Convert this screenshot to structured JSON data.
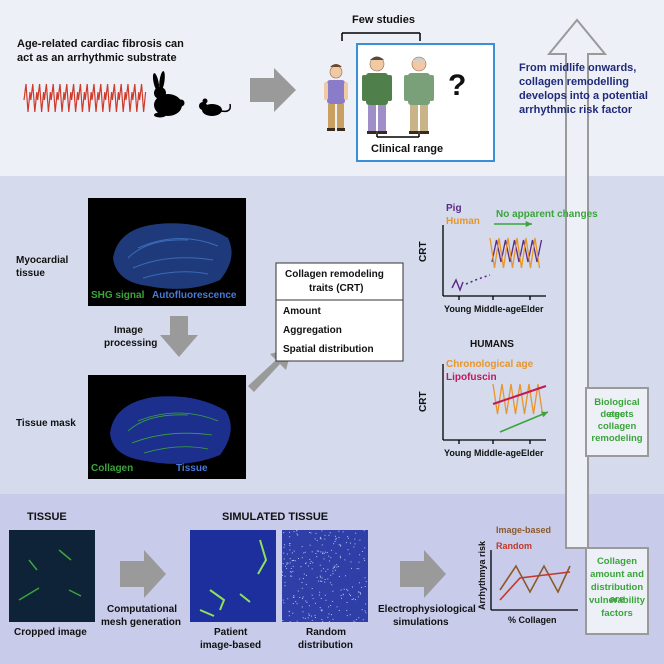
{
  "top": {
    "intro_line1": "Age-related cardiac fibrosis can",
    "intro_line2": "act as an arrhythmic substrate",
    "few_studies": "Few studies",
    "question_mark": "?",
    "clinical_range": "Clinical range",
    "conclusion_line1": "From midlife onwards,",
    "conclusion_line2": "collagen remodelling",
    "conclusion_line3": "develops into a potential",
    "conclusion_line4": "arrhythmic risk factor"
  },
  "middle": {
    "myocardial_line1": "Myocardial",
    "myocardial_line2": "tissue",
    "shg_signal": "SHG signal",
    "autofluorescence": "Autofluorescence",
    "image_processing_line1": "Image",
    "image_processing_line2": "processing",
    "tissue_mask": "Tissue mask",
    "collagen": "Collagen",
    "tissue": "Tissue",
    "crt_title_line1": "Collagen remodeling",
    "crt_title_line2": "traits (CRT)",
    "crt_items": [
      "Amount",
      "Aggregation",
      "Spatial distribution"
    ],
    "bio_age_line1": "Biological age",
    "bio_age_line2": "detects",
    "bio_age_line3": "collagen",
    "bio_age_line4": "remodeling"
  },
  "chart_top": {
    "legend_pig": "Pig",
    "legend_human": "Human",
    "annotation": "No apparent changes",
    "ylabel": "CRT",
    "xticks": [
      "Young",
      "Middle-age",
      "Elder"
    ]
  },
  "chart_humans": {
    "title": "HUMANS",
    "legend_chrono": "Chronological age",
    "legend_lipo": "Lipofuscin",
    "ylabel": "CRT",
    "xticks": [
      "Young",
      "Middle-age",
      "Elder"
    ]
  },
  "bottom": {
    "tissue_header": "TISSUE",
    "simulated_header": "SIMULATED TISSUE",
    "cropped_image": "Cropped image",
    "mesh_line1": "Computational",
    "mesh_line2": "mesh generation",
    "patient_line1": "Patient",
    "patient_line2": "image-based",
    "random_line1": "Random",
    "random_line2": "distribution",
    "ep_line1": "Electrophysiological",
    "ep_line2": "simulations",
    "vuln_line1": "Collagen",
    "vuln_line2": "amount and",
    "vuln_line3": "distribution are",
    "vuln_line4": "vulnerability",
    "vuln_line5": "factors"
  },
  "chart_risk": {
    "ylabel": "Arrhythmya risk",
    "xlabel": "% Collagen",
    "legend_image": "Image-based",
    "legend_random": "Random"
  },
  "colors": {
    "band_top": "#eef0f8",
    "band_middle": "#d5daec",
    "band_bottom": "#c8cbe9",
    "navy_text": "#1f2a7a",
    "green_text": "#3aa53a",
    "arrow_gray": "#9a9a9a",
    "ecg_red": "#d03a2a",
    "pig_purple": "#5a2a86",
    "human_orange": "#e8962a",
    "lipofuscin_magenta": "#c2185b",
    "image_based_brown": "#8b5a2b",
    "random_red": "#c0392b",
    "frame_blue": "#3a8fd6"
  },
  "icons": [
    "rabbit-icon",
    "mouse-icon",
    "person-icon",
    "arrow-right-icon",
    "arrow-down-icon",
    "arrow-up-icon"
  ]
}
